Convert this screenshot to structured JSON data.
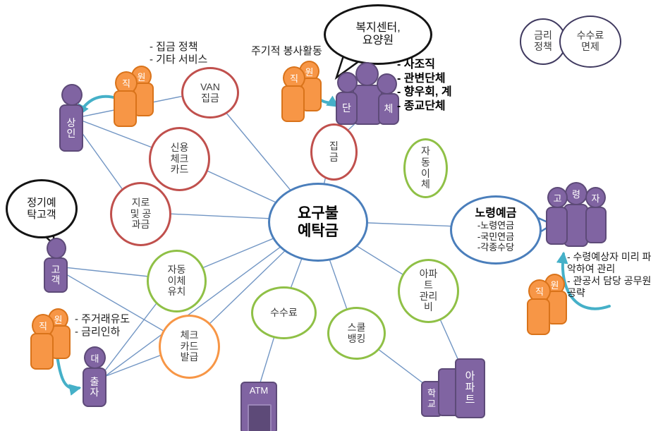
{
  "center": {
    "label": "요구불\n예탁금"
  },
  "nodes": {
    "van": {
      "label": "VAN\n집금"
    },
    "credit_check_card": {
      "label": "신용\n체크\n카드"
    },
    "giro": {
      "label": "지로\n및 공\n과금"
    },
    "collection": {
      "label": "집\n금"
    },
    "auto_transfer": {
      "label": "자\n동\n이\n체"
    },
    "auto_transfer_attract": {
      "label": "자동\n이체\n유치"
    },
    "check_card_issue": {
      "label": "체크\n카드\n발급"
    },
    "fee": {
      "label": "수수료"
    },
    "school_banking": {
      "label": "스쿨\n뱅킹"
    },
    "apt_fee": {
      "label": "아파\n트\n관리\n비"
    },
    "rate_policy": {
      "label": "금리\n정책"
    },
    "fee_exempt": {
      "label": "수수료\n면제"
    }
  },
  "callouts": {
    "welfare": {
      "label": "복지센터,\n요양원"
    },
    "fixed_deposit": {
      "label": "정기예\n탁고객"
    },
    "elderly": {
      "title": "노령예금",
      "items": "-노령연금\n-국민연금\n-각종수당"
    }
  },
  "figures": {
    "merchant": {
      "label": "상\n인"
    },
    "customer": {
      "label": "고\n객"
    },
    "borrower": {
      "head": "대",
      "body": "출\n자"
    },
    "staff": {
      "front": "직",
      "back": "원"
    },
    "group": {
      "left": "단",
      "right": "체"
    },
    "elderly": {
      "left": "고",
      "mid": "령",
      "right": "자"
    }
  },
  "buildings": {
    "school": "학\n교",
    "apartment": "아\n파\n트",
    "atm": "ATM"
  },
  "annotations": {
    "collection_policy": "- 집금 정책\n- 기타 서비스",
    "periodic_volunteer": "주기적 봉사활동",
    "groups": "- 사조직\n- 관변단체\n- 향우회, 계\n- 종교단체",
    "loan": "- 주거래유도\n- 금리인하",
    "elderly_mgmt": "- 수령예상자 미리 파\n악하여 관리\n- 관공서 담당 공무원\n공략"
  },
  "colors": {
    "line": "#7296c4",
    "red": "#c0504d",
    "green": "#8fc046",
    "orange": "#f79646",
    "blue": "#4a7ebb",
    "navy": "#403a60",
    "purple": "#8064a2",
    "teal": "#45b0c8"
  }
}
